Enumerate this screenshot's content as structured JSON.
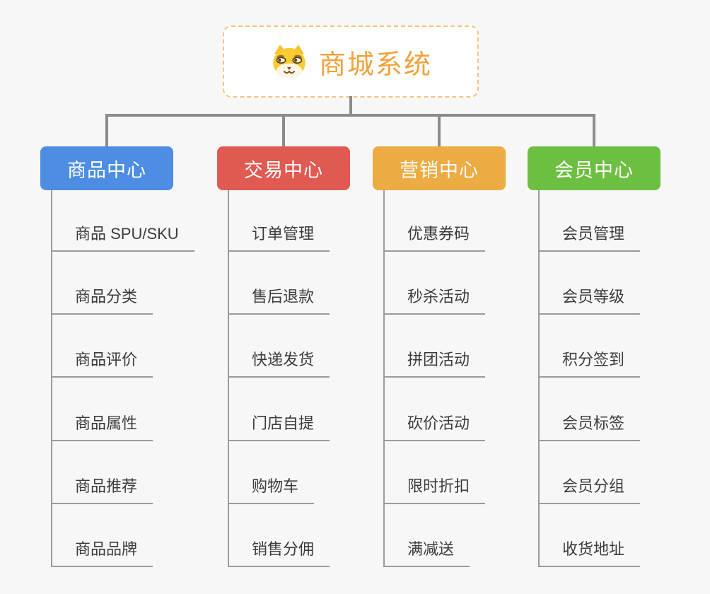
{
  "root": {
    "title": "商城系统",
    "icon": "shiba-dog-icon",
    "title_color": "#F0A23C",
    "border_color": "#F3C47E"
  },
  "branches": [
    {
      "label": "商品中心",
      "color": "#4D8DE3",
      "items": [
        "商品 SPU/SKU",
        "商品分类",
        "商品评价",
        "商品属性",
        "商品推荐",
        "商品品牌"
      ]
    },
    {
      "label": "交易中心",
      "color": "#E15A52",
      "items": [
        "订单管理",
        "售后退款",
        "快递发货",
        "门店自提",
        "购物车",
        "销售分佣"
      ]
    },
    {
      "label": "营销中心",
      "color": "#ECAB43",
      "items": [
        "优惠券码",
        "秒杀活动",
        "拼团活动",
        "砍价活动",
        "限时折扣",
        "满减送"
      ]
    },
    {
      "label": "会员中心",
      "color": "#6DBF41",
      "items": [
        "会员管理",
        "会员等级",
        "积分签到",
        "会员标签",
        "会员分组",
        "收货地址"
      ]
    }
  ],
  "colors": {
    "background": "#F7F7F7",
    "connector_thick": "#8C8C8C",
    "connector_thin": "#9B9B9B",
    "item_text": "#3B3B3B"
  }
}
